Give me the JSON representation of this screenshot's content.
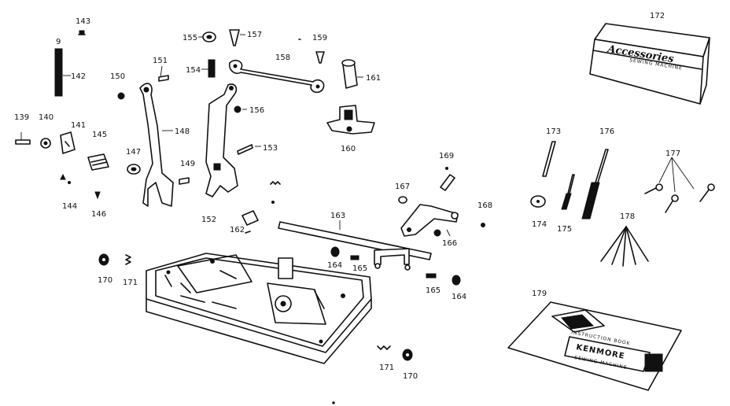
{
  "labels": {
    "p139": "139",
    "p140": "140",
    "p141": "141",
    "p142": "142",
    "p143": "143",
    "p144": "144",
    "p145": "145",
    "p146": "146",
    "p147": "147",
    "p148": "148",
    "p149": "149",
    "p150": "150",
    "p151": "151",
    "p152": "152",
    "p153": "153",
    "p154": "154",
    "p155": "155",
    "p156": "156",
    "p157": "157",
    "p158": "158",
    "p159": "159",
    "p160": "160",
    "p161": "161",
    "p162": "162",
    "p163": "163",
    "p164a": "164",
    "p164b": "164",
    "p165a": "165",
    "p165b": "165",
    "p166": "166",
    "p167": "167",
    "p168": "168",
    "p169": "169",
    "p170a": "170",
    "p170b": "170",
    "p171a": "171",
    "p171b": "171",
    "p172": "172",
    "p173": "173",
    "p174": "174",
    "p175": "175",
    "p176": "176",
    "p177": "177",
    "p178": "178",
    "p179": "179",
    "p9": "9"
  },
  "tin_box": {
    "brand": "Accessories",
    "subtitle": "SEWING MACHINE"
  },
  "manual": {
    "brand": "KENMORE",
    "subtitle": "SEWING MACHINE",
    "tag": "INSTRUCTION BOOK"
  }
}
